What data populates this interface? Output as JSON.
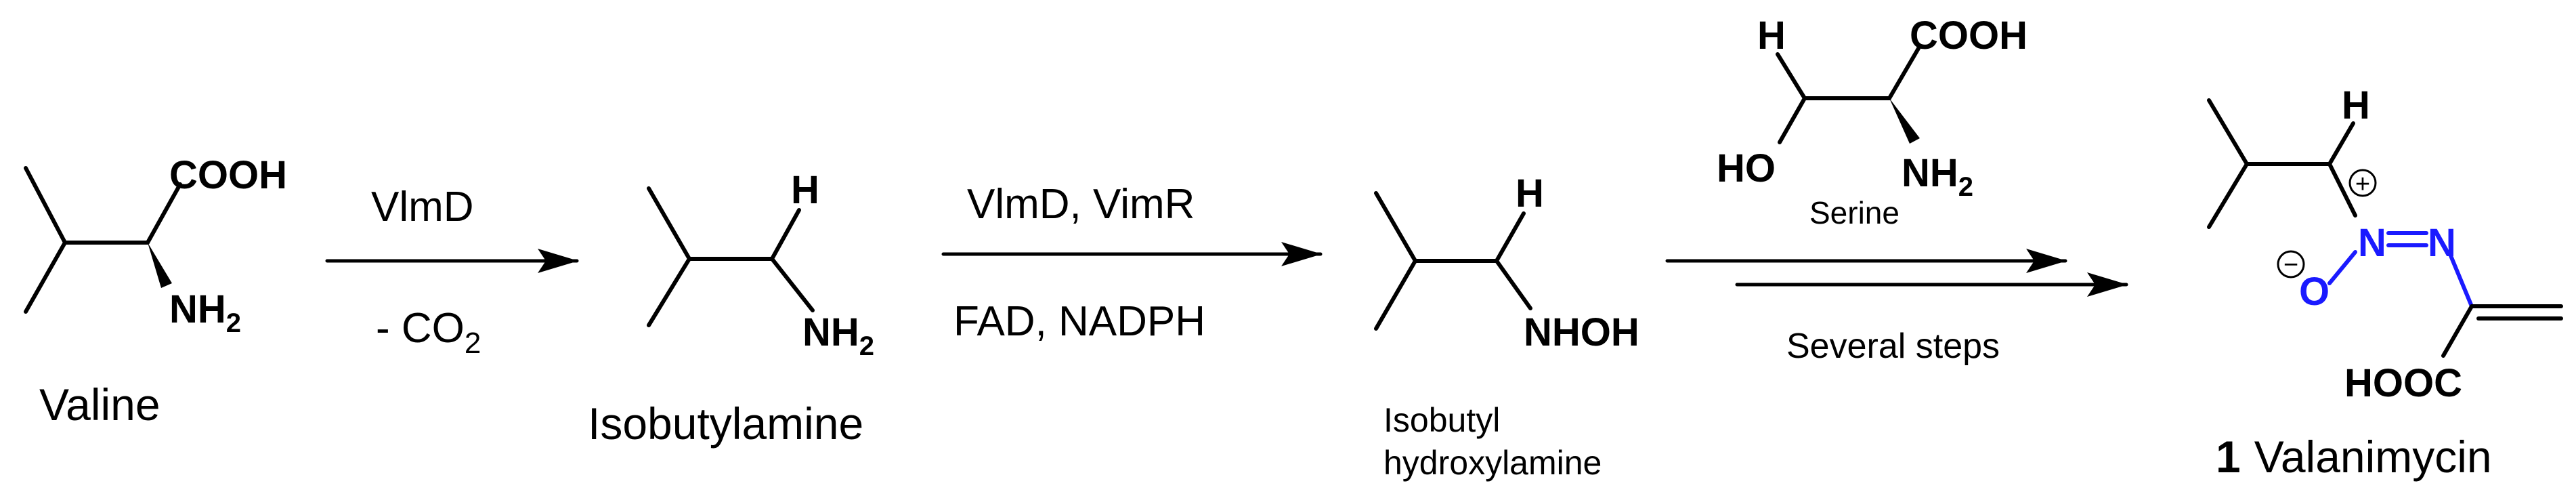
{
  "compounds": {
    "valine": {
      "name": "Valine",
      "cooh": "COOH",
      "nh2_main": "NH",
      "nh2_sub": "2"
    },
    "isobutylamine": {
      "name": "Isobutylamine",
      "h": "H",
      "nh2_main": "NH",
      "nh2_sub": "2"
    },
    "isobutylhydroxylamine": {
      "name_line1": "Isobutyl",
      "name_line2": "hydroxylamine",
      "h": "H",
      "nhoh": "NHOH"
    },
    "serine": {
      "name": "Serine",
      "h": "H",
      "cooh": "COOH",
      "ho": "HO",
      "nh2_main": "NH",
      "nh2_sub": "2"
    },
    "valanimycin": {
      "number": "1",
      "name": "Valanimycin",
      "h": "H",
      "n1": "N",
      "n2": "N",
      "o": "O",
      "plus": "+",
      "minus": "−",
      "hooc": "HOOC"
    }
  },
  "steps": {
    "step1": {
      "above": "VlmD",
      "below_main": "- CO",
      "below_sub": "2"
    },
    "step2": {
      "above": "VlmD, VimR",
      "below": "FAD, NADPH"
    },
    "step3": {
      "below": "Several steps"
    }
  }
}
